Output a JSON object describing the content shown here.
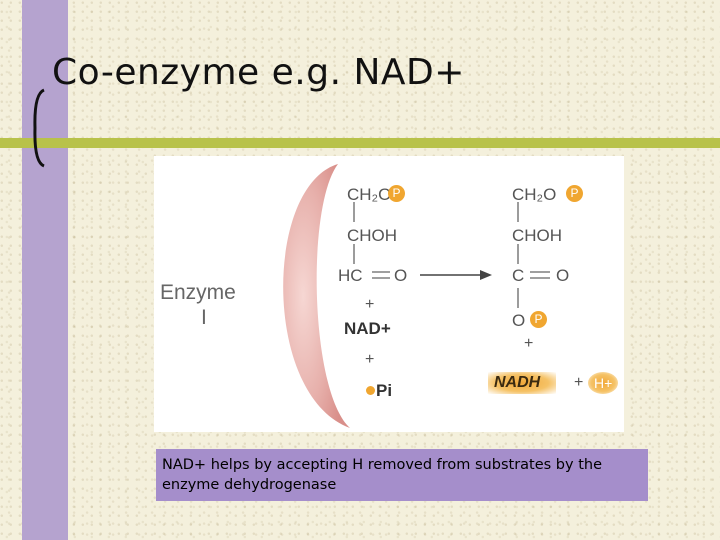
{
  "slide": {
    "title": "Co-enzyme e.g. NAD+",
    "caption": "NAD+ helps by accepting H removed from substrates by the enzyme dehydrogenase"
  },
  "diagram": {
    "enzyme_label_line1": "Enzyme",
    "enzyme_label_line2": "I",
    "left": {
      "row1": "CH₂O",
      "row1_badge": "P",
      "row2": "CHOH",
      "row3_left": "HC",
      "row3_right": "O",
      "plus1": "+",
      "nad": "NAD+",
      "plus2": "+",
      "pi": "Pi"
    },
    "right": {
      "row1": "CH₂O",
      "row1_badge": "P",
      "row2": "CHOH",
      "row3_left": "C",
      "row3_right": "O",
      "row4": "O",
      "row4_badge": "P",
      "plus1": "+",
      "nadh": "NADH",
      "plus2": "+",
      "hplus": "H+"
    },
    "colors": {
      "enzyme_fill": "#e3a8a3",
      "phosphate": "#f0a630",
      "arrow": "#444444"
    }
  }
}
